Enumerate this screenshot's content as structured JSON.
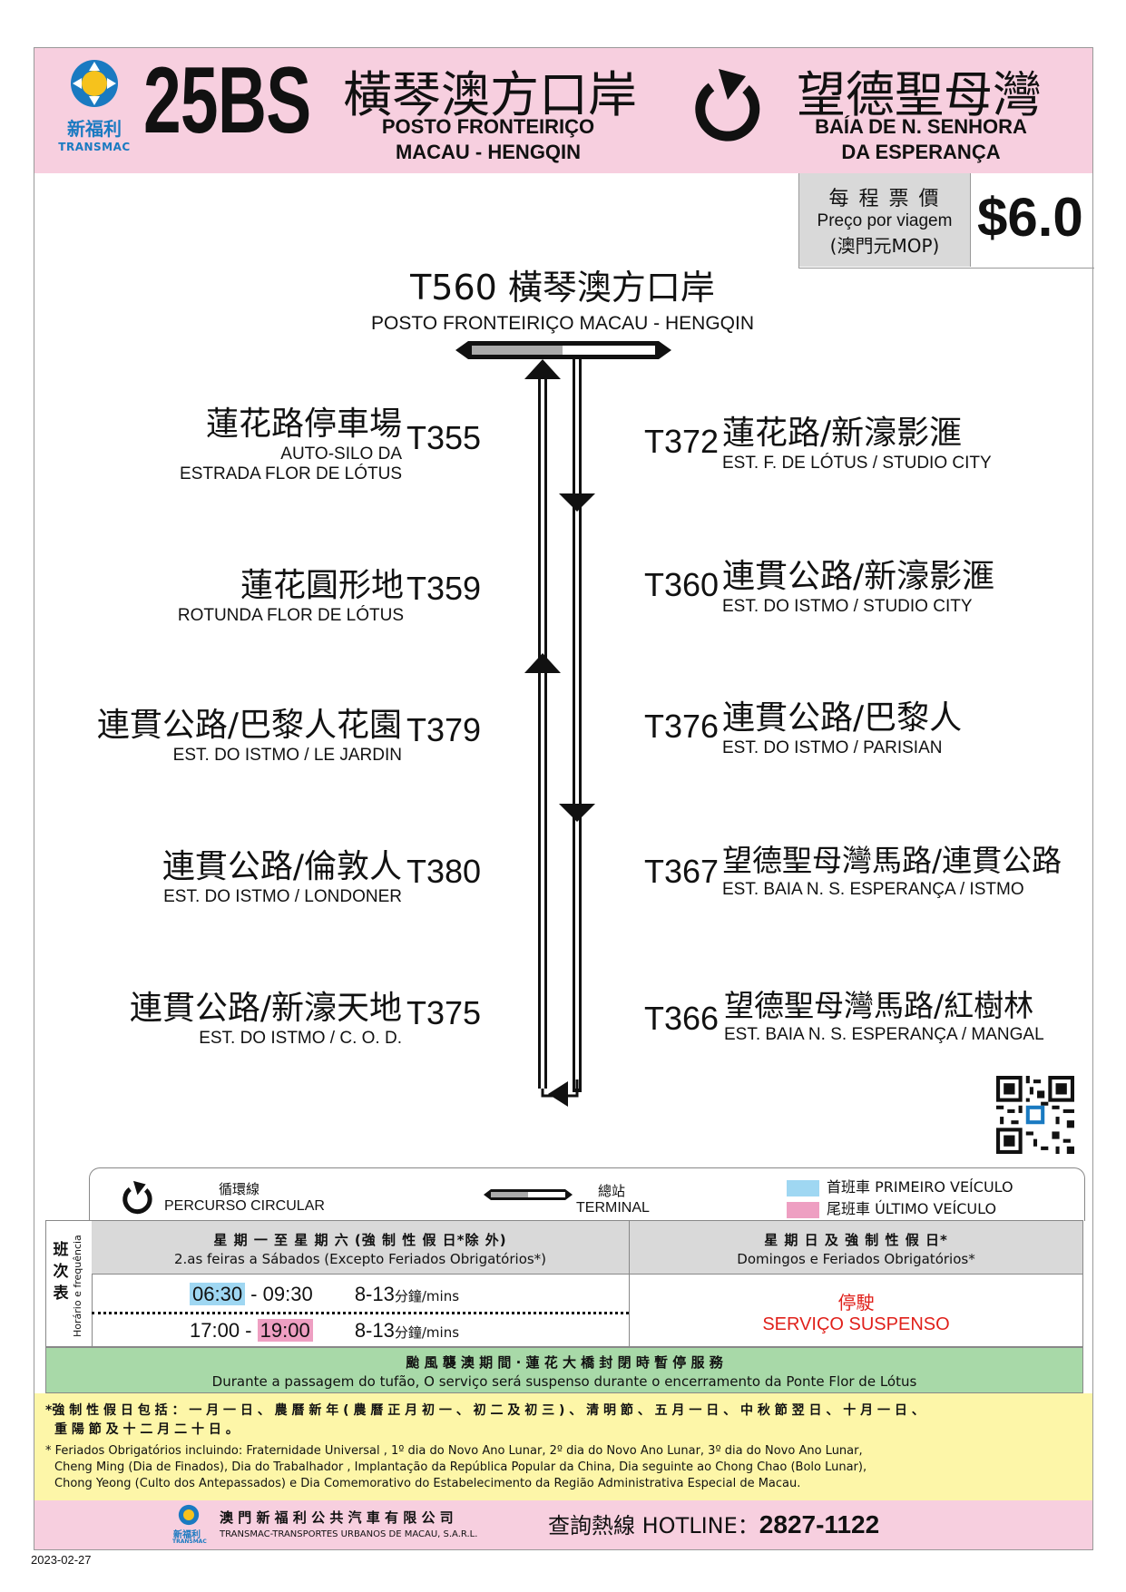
{
  "header": {
    "logo_cn": "新福利",
    "logo_en": "TRANSMAC",
    "route_number": "25BS",
    "origin_cn": "橫琴澳方口岸",
    "origin_pt_1": "POSTO FRONTEIRIÇO",
    "origin_pt_2": "MACAU - HENGQIN",
    "dest_cn": "望德聖母灣",
    "dest_pt_1": "BAÍA DE N. SENHORA",
    "dest_pt_2": "DA ESPERANÇA"
  },
  "fare": {
    "label_cn": "每 程 票 價",
    "label_pt": "Preço por viagem",
    "label_unit": "(澳門元MOP)",
    "value": "$6.0"
  },
  "terminal_stop": {
    "code_cn": "T560 橫琴澳方口岸",
    "pt": "POSTO FRONTEIRIÇO MACAU - HENGQIN"
  },
  "left_stops": [
    {
      "cn": "蓮花路停車場",
      "pt1": "AUTO-SILO DA",
      "pt2": "ESTRADA FLOR DE LÓTUS",
      "code": "T355"
    },
    {
      "cn": "蓮花圓形地",
      "pt1": "ROTUNDA FLOR DE  LÓTUS",
      "pt2": "",
      "code": "T359"
    },
    {
      "cn": "連貫公路/巴黎人花園",
      "pt1": "EST.  DO ISTMO / LE JARDIN",
      "pt2": "",
      "code": "T379"
    },
    {
      "cn": "連貫公路/倫敦人",
      "pt1": "EST.  DO ISTMO / LONDONER",
      "pt2": "",
      "code": "T380"
    },
    {
      "cn": "連貫公路/新濠天地",
      "pt1": "EST. DO ISTMO / C. O. D.",
      "pt2": "",
      "code": "T375"
    }
  ],
  "right_stops": [
    {
      "cn": "蓮花路/新濠影滙",
      "pt": "EST. F. DE LÓTUS / STUDIO CITY",
      "code": "T372"
    },
    {
      "cn": "連貫公路/新濠影滙",
      "pt": "EST. DO ISTMO / STUDIO CITY",
      "code": "T360"
    },
    {
      "cn": "連貫公路/巴黎人",
      "pt": "EST. DO ISTMO / PARISIAN",
      "code": "T376"
    },
    {
      "cn": "望德聖母灣馬路/連貫公路",
      "pt": "EST. BAIA N. S. ESPERANÇA / ISTMO",
      "code": "T367"
    },
    {
      "cn": "望德聖母灣馬路/紅樹林",
      "pt": "EST. BAIA N. S. ESPERANÇA /  MANGAL",
      "code": "T366"
    }
  ],
  "legend": {
    "circular_cn": "循環線",
    "circular_pt": "PERCURSO CIRCULAR",
    "terminal_cn": "總站",
    "terminal_pt": "TERMINAL",
    "first_label": "首班車 PRIMEIRO VEÍCULO",
    "last_label": "尾班車 ÚLTIMO VEÍCULO",
    "first_color": "#9fd7f2",
    "last_color": "#ee9fc2"
  },
  "timetable": {
    "side_cn": "班 次 表",
    "side_pt": "Horário e frequência",
    "weekday_cn": "星 期 一 至 星 期 六 (強 制 性 假 日*除 外)",
    "weekday_pt": "2.as feiras a Sábados (Excepto Feriados Obrigatórios*)",
    "holiday_cn": "星 期 日 及 強 制 性 假 日*",
    "holiday_pt": "Domingos e Feriados Obrigatórios*",
    "row1_start": "06:30",
    "row1_sep": " - ",
    "row1_end": "09:30",
    "row1_freq": "8-13",
    "row2_start": "17:00",
    "row2_sep": " - ",
    "row2_end": "19:00",
    "row2_freq": "8-13",
    "freq_unit": "分鐘/mins",
    "suspended_cn": "停駛",
    "suspended_pt": "SERVIÇO SUSPENSO"
  },
  "notice": {
    "cn": "颱 風 襲 澳 期 間 · 蓮 花 大 橋 封 閉 時 暫 停 服 務",
    "pt": "Durante a passagem do tufão, O serviço será suspenso durante o encerramento da Ponte Flor de Lótus"
  },
  "notes": {
    "cn_1": "*強 制 性 假 日 包 括 ： 一 月 一 日 、 農 曆 新 年 ( 農 曆 正 月 初 一 、 初 二 及 初 三 ) 、 清 明 節 、 五 月 一 日 、 中 秋 節 翌 日 、 十 月 一 日 、",
    "cn_2": "重 陽 節 及 十 二 月 二 十 日 。",
    "pt_1": "* Feriados Obrigatórios incluindo: Fraternidade Universal , 1º dia do Novo Ano Lunar, 2º dia do Novo Ano Lunar, 3º dia do Novo Ano Lunar,",
    "pt_2": "Cheng Ming (Dia de Finados), Dia do Trabalhador , Implantação da República Popular da China, Dia seguinte ao Chong Chao (Bolo Lunar),",
    "pt_3": "Chong Yeong (Culto dos Antepassados) e Dia Comemorativo do Estabelecimento da Região Administrativa Especial de Macau."
  },
  "footer": {
    "logo_cn": "新福利",
    "logo_en": "TRANSMAC",
    "company_cn": "澳 門 新 福 利 公 共 汽 車 有 限 公 司",
    "company_pt": "TRANSMAC-TRANSPORTES URBANOS DE MACAU, S.A.R.L.",
    "hotline_label": "查詢熱線 HOTLINE：",
    "hotline_number": "2827-1122"
  },
  "date": "2023-02-27"
}
